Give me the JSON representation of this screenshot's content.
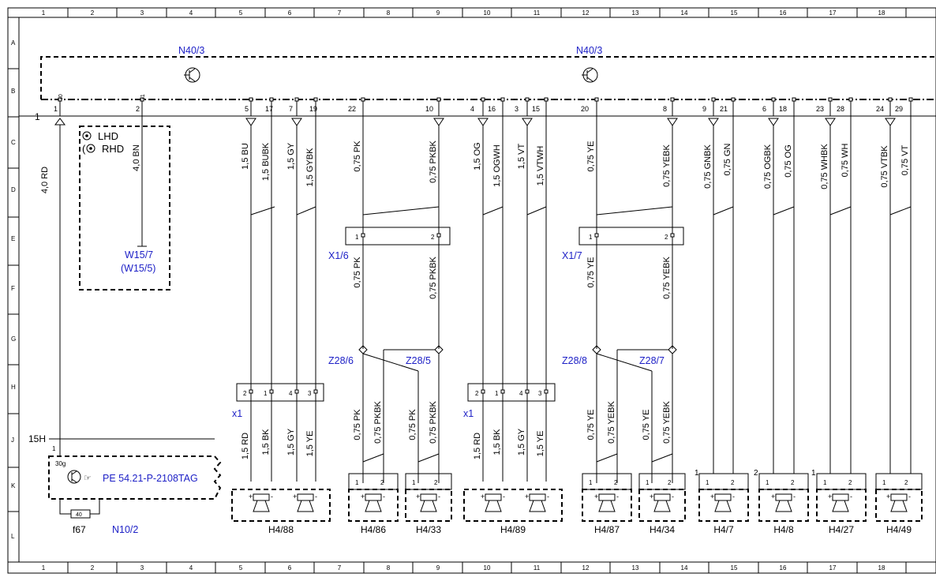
{
  "grid": {
    "columns": [
      "1",
      "2",
      "3",
      "4",
      "5",
      "6",
      "7",
      "8",
      "9",
      "10",
      "11",
      "12",
      "13",
      "14",
      "15",
      "16",
      "17",
      "18"
    ],
    "rows": [
      "A",
      "B",
      "C",
      "D",
      "E",
      "F",
      "G",
      "H",
      "J",
      "K",
      "L"
    ]
  },
  "control_unit": {
    "name": "N40/3",
    "name_right": "N40/3"
  },
  "bus_line_number": "1",
  "top_pins": [
    "30",
    "31",
    "1",
    "2",
    "5",
    "17",
    "7",
    "19",
    "22",
    "10",
    "9",
    "4",
    "16",
    "3",
    "15",
    "20",
    "8",
    "9",
    "21",
    "6",
    "18",
    "23",
    "28",
    "24",
    "29"
  ],
  "wires_top": [
    "4,0 RD",
    "4,0 BN",
    "1,5 BU",
    "1,5 BUBK",
    "1,5 GY",
    "1,5 GYBK",
    "0,75 PK",
    "0,75 PKBK",
    "1,5 OG",
    "1,5 OGWH",
    "1,5 VT",
    "1,5 VTWH",
    "0,75 YE",
    "0,75 YEBK",
    "0,75 GNBK",
    "0,75 GN",
    "0,75 OGBK",
    "0,75 OG",
    "0,75 WHBK",
    "0,75 WH",
    "0,75 VTBK",
    "0,75 VT"
  ],
  "wires_mid": [
    "0,75 PK",
    "0,75 PKBK",
    "0,75 YE",
    "0,75 YEBK"
  ],
  "wires_low": [
    "1,5 RD",
    "1,5 BK",
    "1,5 GY",
    "1,5 YE",
    "0,75 PK",
    "0,75 PKBK",
    "0,75 PK",
    "0,75 PKBK",
    "1,5 RD",
    "1,5 BK",
    "1,5 GY",
    "1,5 YE",
    "0,75 YE",
    "0,75 YEBK",
    "0,75 YE",
    "0,75 YEBK"
  ],
  "variant_box": {
    "lhd": "LHD",
    "rhd": "RHD",
    "ground": "W15/7",
    "ground_alt": "(W15/5)"
  },
  "connectors": [
    "X1/6",
    "X1/7",
    "x1",
    "x1"
  ],
  "splices": [
    "Z28/6",
    "Z28/5",
    "Z28/8",
    "Z28/7"
  ],
  "speakers": [
    "H4/88",
    "H4/86",
    "H4/33",
    "H4/89",
    "H4/87",
    "H4/34",
    "H4/7",
    "H4/8",
    "H4/27",
    "H4/49"
  ],
  "amp": {
    "reference": "PE 54.21-P-2108TAG",
    "name": "N10/2",
    "fuse": "f67",
    "fuse_rating": "40",
    "terminal": "15H",
    "pin_term": "30g"
  },
  "connector_pins": [
    "1",
    "2",
    "4",
    "3"
  ],
  "speaker_pins": [
    "1",
    "2"
  ],
  "polarity": [
    "+",
    "-"
  ],
  "speaker_variant_marks": [
    "1",
    "2"
  ]
}
